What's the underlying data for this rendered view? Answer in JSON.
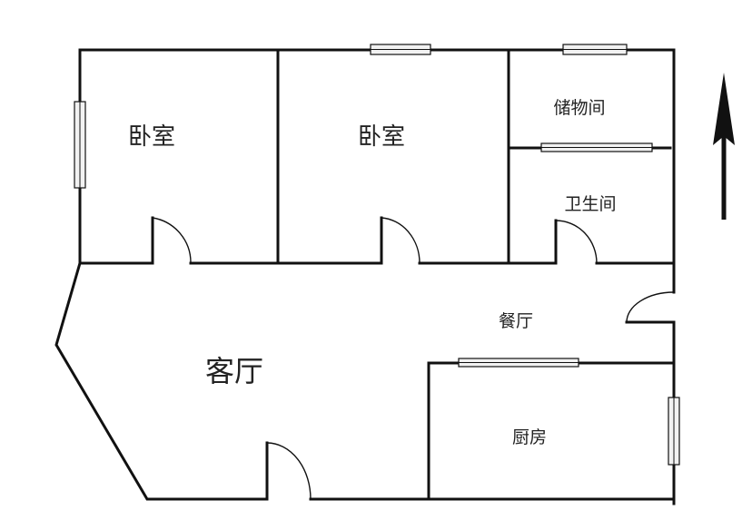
{
  "rooms": {
    "bedroom_left": "卧室",
    "bedroom_middle": "卧室",
    "storage": "储物间",
    "bathroom": "卫生间",
    "dining": "餐厅",
    "living": "客厅",
    "kitchen": "厨房"
  },
  "compass": {
    "direction": "north-up",
    "icon": "north-arrow-icon"
  }
}
